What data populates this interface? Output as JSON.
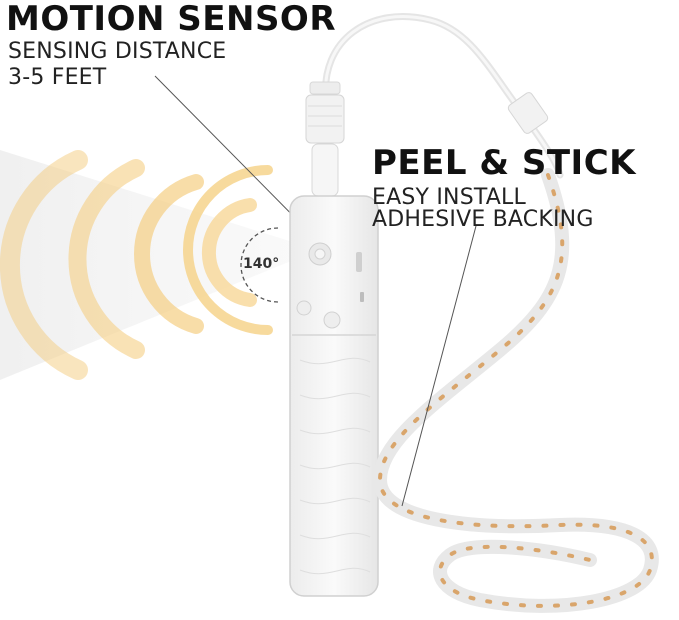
{
  "motion": {
    "title": "MOTION SENSOR",
    "line1": "SENSING DISTANCE",
    "line2": "3-5 FEET"
  },
  "peel": {
    "title": "PEEL & STICK",
    "line1": "EASY INSTALL",
    "line2": "ADHESIVE BACKING"
  },
  "angle": "140°",
  "colors": {
    "glow": "#f7d690",
    "beam": "#f1f1f1",
    "housing": "#f3f3f3",
    "strip": "#e9e9e9",
    "led": "#d6a46a"
  }
}
